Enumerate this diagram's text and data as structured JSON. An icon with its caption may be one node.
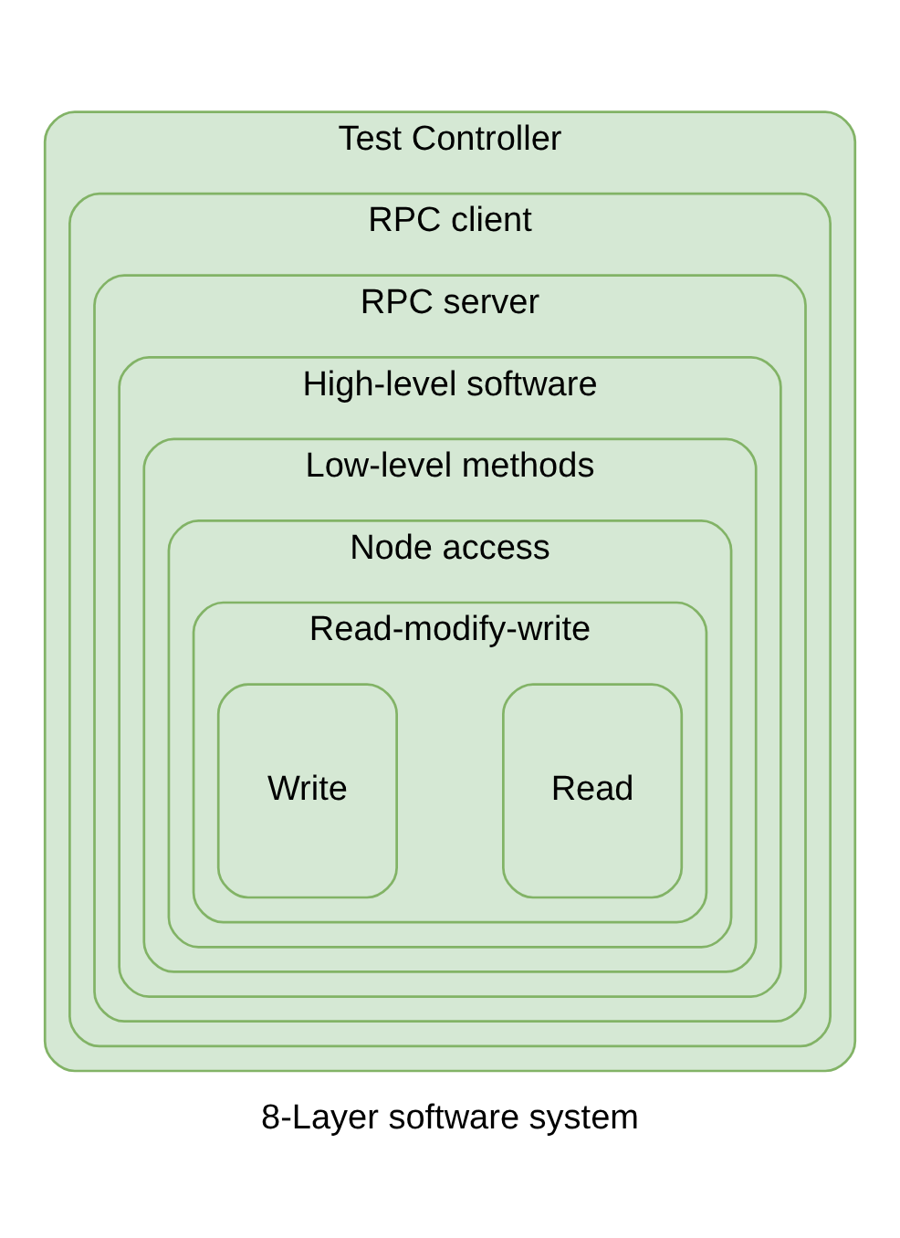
{
  "diagram": {
    "caption": "8-Layer software system",
    "nodes": [
      {
        "text": [
          "Test Controller"
        ]
      },
      {
        "text": [
          "RPC client"
        ],
        "in": 0
      },
      {
        "text": [
          "RPC server"
        ],
        "in": 1
      },
      {
        "text": [
          "High-level software"
        ],
        "in": 2
      },
      {
        "text": [
          "Low-level methods"
        ],
        "in": 3
      },
      {
        "text": [
          "Node access"
        ],
        "in": 4
      },
      {
        "text": [
          "Read-modify-write"
        ],
        "in": 5
      },
      {
        "text": [
          "Read"
        ],
        "in": 6
      },
      {
        "text": [
          "Write"
        ],
        "in": 6
      }
    ],
    "edges": []
  }
}
